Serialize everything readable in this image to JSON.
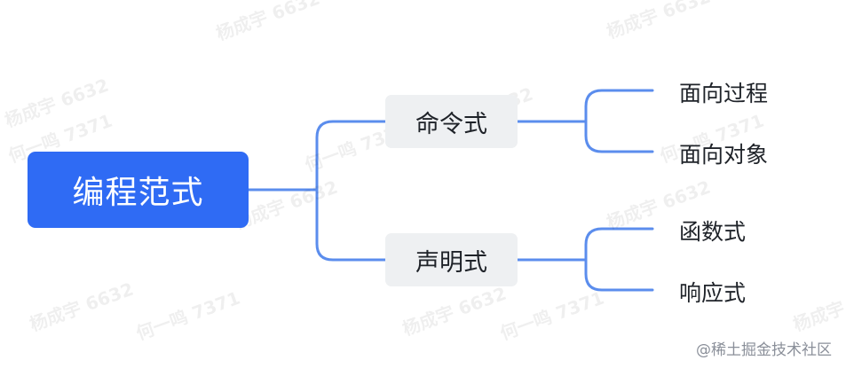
{
  "root": {
    "label": "编程范式"
  },
  "branches": [
    {
      "label": "命令式",
      "children": [
        "面向过程",
        "面向对象"
      ]
    },
    {
      "label": "声明式",
      "children": [
        "函数式",
        "响应式"
      ]
    }
  ],
  "watermark": {
    "name": "杨成宇 6632",
    "name2": "何一鸣 7371"
  },
  "footer": "@稀土掘金技术社区",
  "colors": {
    "root": "#2f6bf4",
    "line": "#5b8ded",
    "mid_bg": "#eef0f2"
  }
}
